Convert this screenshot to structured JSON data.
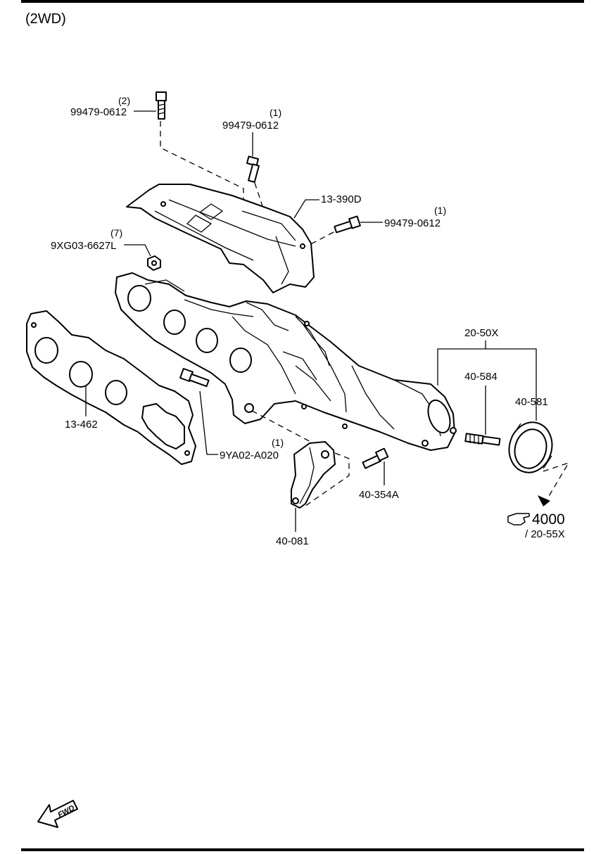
{
  "header": {
    "variant": "(2WD)"
  },
  "callouts": {
    "bolt_left_qty": "(2)",
    "bolt_left_code": "99479-0612",
    "bolt_top_qty": "(1)",
    "bolt_top_code": "99479-0612",
    "heat_insulator": "13-390D",
    "bolt_right_qty": "(1)",
    "bolt_right_code": "99479-0612",
    "nut_qty": "(7)",
    "nut_code": "9XG03-6627L",
    "gasket": "13-462",
    "converter_group": "20-50X",
    "stud": "40-584",
    "ring_gasket": "40-581",
    "stud_bolt_qty": "(1)",
    "stud_bolt_code": "9YA02-A020",
    "bracket_bolt": "40-354A",
    "bracket": "40-081",
    "ref_page": "4000",
    "ref_sub": "/ 20-55X",
    "fwd": "FWD"
  }
}
